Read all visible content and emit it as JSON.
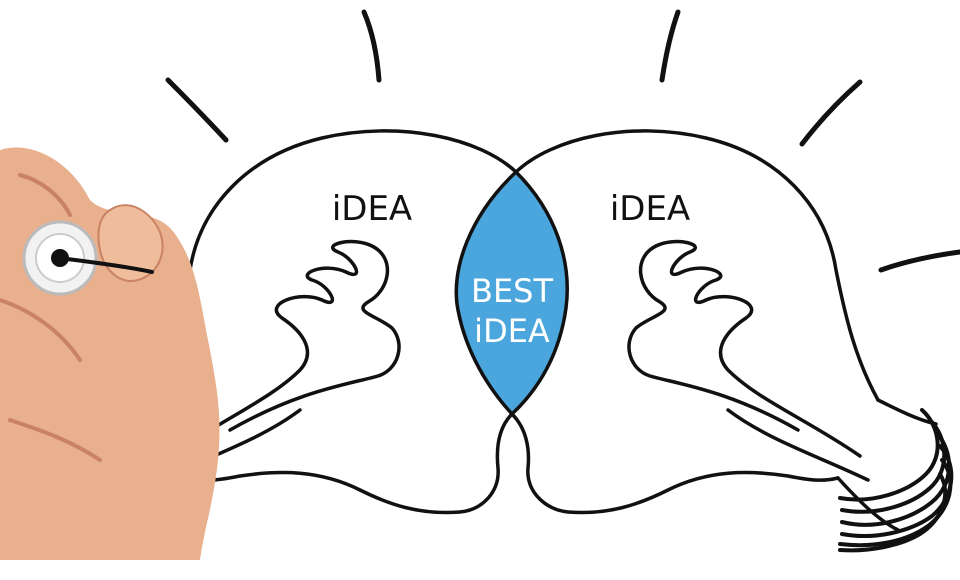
{
  "labels": {
    "left_bulb": "iDEA",
    "right_bulb": "iDEA",
    "overlap_line1": "BEST",
    "overlap_line2": "iDEA"
  },
  "colors": {
    "background": "#ffffff",
    "ink": "#111111",
    "overlap_fill": "#4aa6dc",
    "overlap_text": "#ffffff",
    "skin": "#e9b08e",
    "skin_shadow": "#c98263",
    "marker_body": "#f2f2f2",
    "marker_tip": "#111111"
  },
  "icons": [
    "lightbulb",
    "lightbulb",
    "hand-with-marker"
  ]
}
